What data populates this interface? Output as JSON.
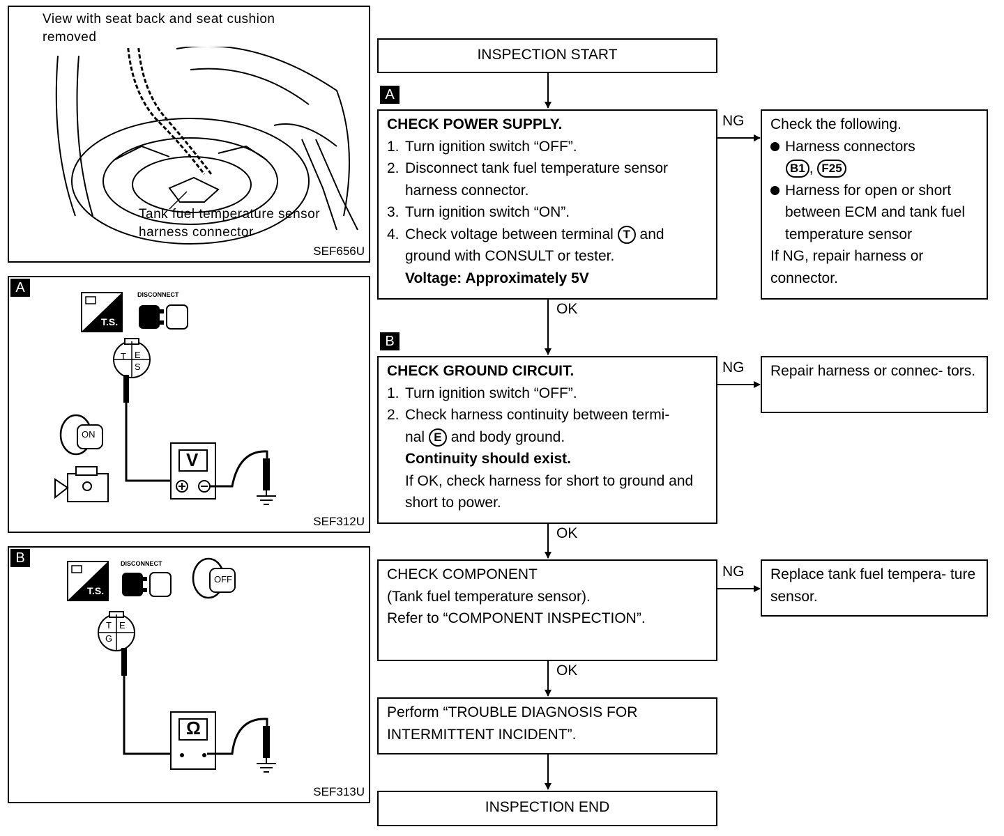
{
  "figures": {
    "top": {
      "caption": "View with seat back and seat cushion removed",
      "callout": "Tank fuel temperature sensor harness connector",
      "code": "SEF656U"
    },
    "a": {
      "tag": "A",
      "disconnect": "DISCONNECT",
      "ts": "T.S.",
      "pins": [
        "T",
        "E",
        "S"
      ],
      "switch": "ON",
      "meter": "V",
      "code": "SEF312U"
    },
    "b": {
      "tag": "B",
      "disconnect": "DISCONNECT",
      "ts": "T.S.",
      "pins": [
        "T",
        "E",
        "G"
      ],
      "switch": "OFF",
      "meter": "Ω",
      "code": "SEF313U"
    }
  },
  "flow": {
    "start": "INSPECTION START",
    "end": "INSPECTION END",
    "ok": "OK",
    "ng": "NG",
    "step_a": {
      "tag": "A",
      "title": "CHECK POWER SUPPLY.",
      "s1n": "1.",
      "s1": "Turn ignition switch “OFF”.",
      "s2n": "2.",
      "s2": "Disconnect tank fuel temperature sensor harness connector.",
      "s3n": "3.",
      "s3": "Turn ignition switch “ON”.",
      "s4n": "4.",
      "s4a": "Check voltage between terminal",
      "s4t": "T",
      "s4b": "and ground with CONSULT or tester.",
      "spec": "Voltage: Approximately 5V"
    },
    "ng_a": {
      "line1": "Check the following.",
      "b1": "Harness connectors",
      "c1": "B1",
      "sep": ",",
      "c2": "F25",
      "b2": "Harness for open or short between ECM and tank fuel temperature sensor",
      "tail": "If NG, repair harness or connector."
    },
    "step_b": {
      "tag": "B",
      "title": "CHECK GROUND CIRCUIT.",
      "s1n": "1.",
      "s1": "Turn ignition switch “OFF”.",
      "s2n": "2.",
      "s2a": "Check harness continuity between termi-",
      "s2b": "nal",
      "s2t": "E",
      "s2c": "and body ground.",
      "spec": "Continuity should exist.",
      "note": "If OK, check harness for short to ground and short to power."
    },
    "ng_b": {
      "text": "Repair harness or connec- tors."
    },
    "step_c": {
      "l1": "CHECK COMPONENT",
      "l2": "(Tank fuel temperature sensor).",
      "l3": "Refer to “COMPONENT INSPECTION”."
    },
    "ng_c": {
      "text": "Replace tank fuel tempera- ture sensor."
    },
    "step_d": {
      "text": "Perform “TROUBLE DIAGNOSIS FOR INTERMITTENT INCIDENT”."
    }
  }
}
